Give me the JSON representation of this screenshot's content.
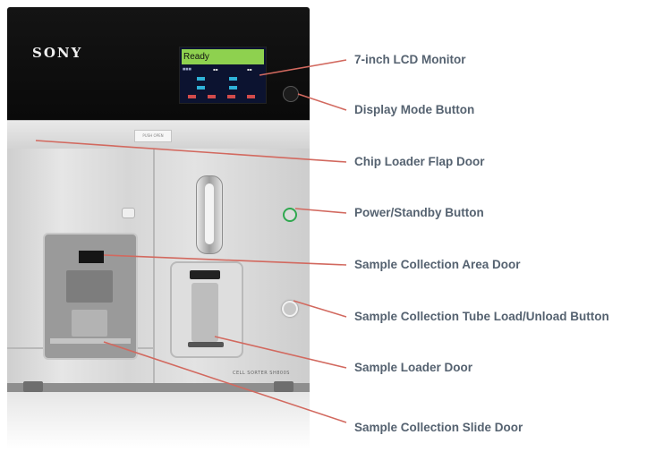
{
  "device": {
    "brand": "SONY",
    "lcd_status": "Ready",
    "flap_tag": "PUSH OPEN",
    "model_label": "CELL SORTER SH800S"
  },
  "callouts": [
    {
      "id": "lcd-monitor",
      "label": "7-inch LCD Monitor"
    },
    {
      "id": "display-mode-button",
      "label": "Display Mode Button"
    },
    {
      "id": "chip-loader-flap-door",
      "label": "Chip Loader Flap Door"
    },
    {
      "id": "power-standby-button",
      "label": "Power/Standby Button"
    },
    {
      "id": "sample-collection-area-door",
      "label": "Sample Collection Area Door"
    },
    {
      "id": "sample-collection-tube-button",
      "label": "Sample Collection Tube Load/Unload Button"
    },
    {
      "id": "sample-loader-door",
      "label": "Sample Loader Door"
    },
    {
      "id": "sample-collection-slide-door",
      "label": "Sample Collection Slide Door"
    }
  ],
  "colors": {
    "leader_line": "#d2695f",
    "label_text": "#556270",
    "lcd_status_bg": "#8ed14f",
    "power_ring": "#2fa84f"
  }
}
